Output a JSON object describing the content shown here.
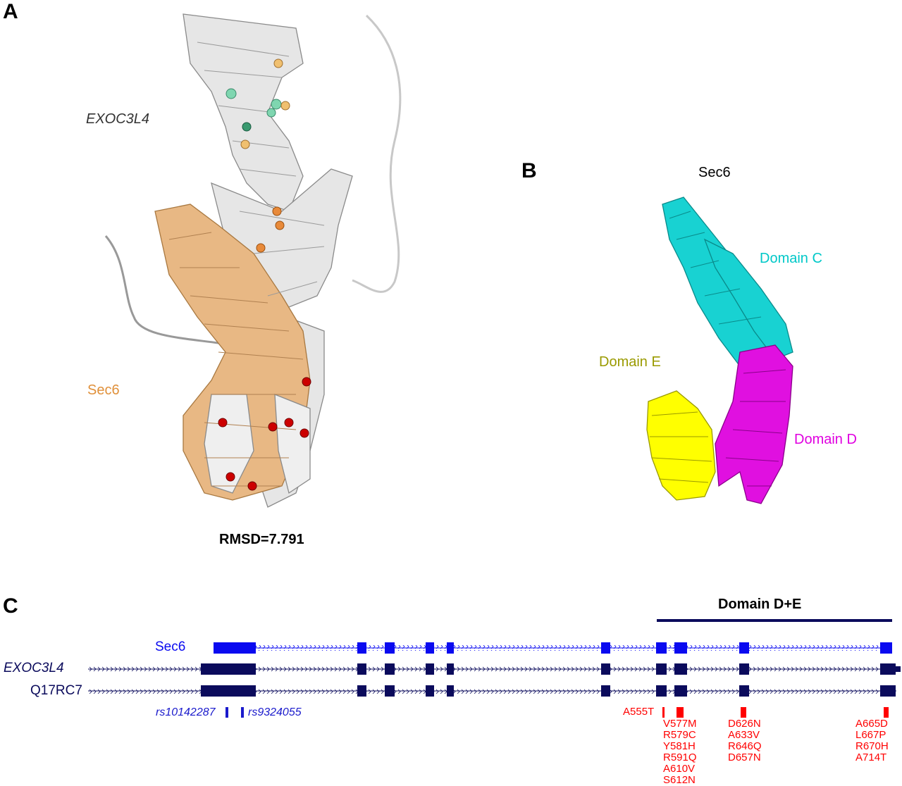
{
  "panels": {
    "A": {
      "letter": "A",
      "protein_label": "EXOC3L4",
      "sec6_label": "Sec6",
      "rmsd": "RMSD=7.791",
      "colors": {
        "exoc3l4": "#e6e6e6",
        "sec6": "#e8b884",
        "variant_red": "#cc0000",
        "variant_orange": "#e88a3a",
        "variant_teal": "#7fd6b0"
      }
    },
    "B": {
      "letter": "B",
      "title": "Sec6",
      "domains": [
        {
          "name": "Domain C",
          "color": "#00c8c8"
        },
        {
          "name": "Domain E",
          "color": "#9a9a00"
        },
        {
          "name": "Domain D",
          "color": "#e000e0"
        }
      ],
      "ribbon_colors": {
        "C": "#18d2d2",
        "D": "#e010e0",
        "E": "#ffff00"
      }
    },
    "C": {
      "letter": "C",
      "domain_bar_label": "Domain D+E",
      "tracks": [
        {
          "name": "Sec6",
          "color": "#0a0af0"
        },
        {
          "name": "EXOC3L4",
          "color": "#0b0b5c"
        },
        {
          "name": "Q17RC7",
          "color": "#0b0b5c"
        }
      ],
      "snps": [
        "rs10142287",
        "rs9324055"
      ],
      "variant_groups": [
        {
          "variants": [
            "A555T"
          ]
        },
        {
          "variants": [
            "V577M",
            "R579C",
            "Y581H",
            "R591Q",
            "A610V",
            "S612N"
          ]
        },
        {
          "variants": [
            "D626N",
            "A633V",
            "R646Q",
            "D657N"
          ]
        },
        {
          "variants": [
            "A665D",
            "L667P",
            "R670H",
            "A714T"
          ]
        }
      ],
      "variant_color": "#ff0000",
      "snp_color": "#1a1acc"
    }
  }
}
